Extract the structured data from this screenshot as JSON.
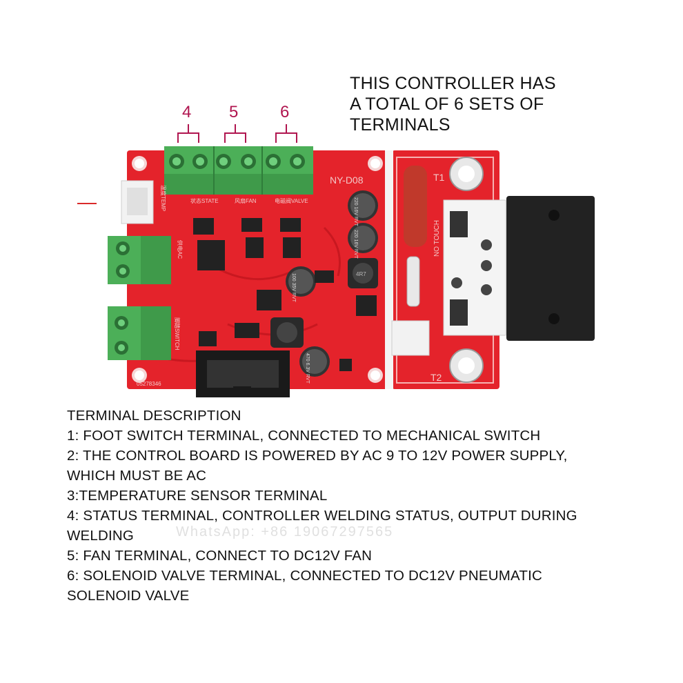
{
  "headline": {
    "line1": "THIS CONTROLLER HAS",
    "line2": "A TOTAL OF 6 SETS OF",
    "line3": "TERMINALS"
  },
  "callouts": [
    "4",
    "5",
    "6"
  ],
  "board": {
    "model": "NY-D08",
    "t1": "T1",
    "t2": "T2",
    "no_touch": "NO TOUCH",
    "status": "状态STATE",
    "fan": "风扇FAN",
    "valve": "电磁阀VALVE",
    "temp": "温度TEMP",
    "ac": "供电AC",
    "switch": "脚踏SWITCH",
    "serial": "05278346",
    "cap1": "220 16V RVT",
    "cap2": "220 16V RVT",
    "cap3": "100 35V RVT",
    "cap4": "470 6.3V RVT",
    "inductor": "4R7"
  },
  "description": {
    "title": "TERMINAL DESCRIPTION",
    "lines": [
      "1: FOOT SWITCH TERMINAL, CONNECTED TO MECHANICAL SWITCH",
      "2: THE CONTROL BOARD IS POWERED BY AC 9 TO 12V POWER SUPPLY,",
      "WHICH MUST BE AC",
      "3:TEMPERATURE SENSOR TERMINAL",
      "4: STATUS TERMINAL, CONTROLLER WELDING STATUS, OUTPUT DURING",
      "WELDING",
      "5: FAN TERMINAL, CONNECT TO DC12V FAN",
      "6: SOLENOID VALVE TERMINAL, CONNECTED TO DC12V PNEUMATIC",
      "SOLENOID VALVE"
    ]
  },
  "watermark": "WhatsApp: +86 19067297565",
  "colors": {
    "pcb": "#e4232b",
    "terminal": "#3f9a4a",
    "callout": "#b0154f"
  }
}
